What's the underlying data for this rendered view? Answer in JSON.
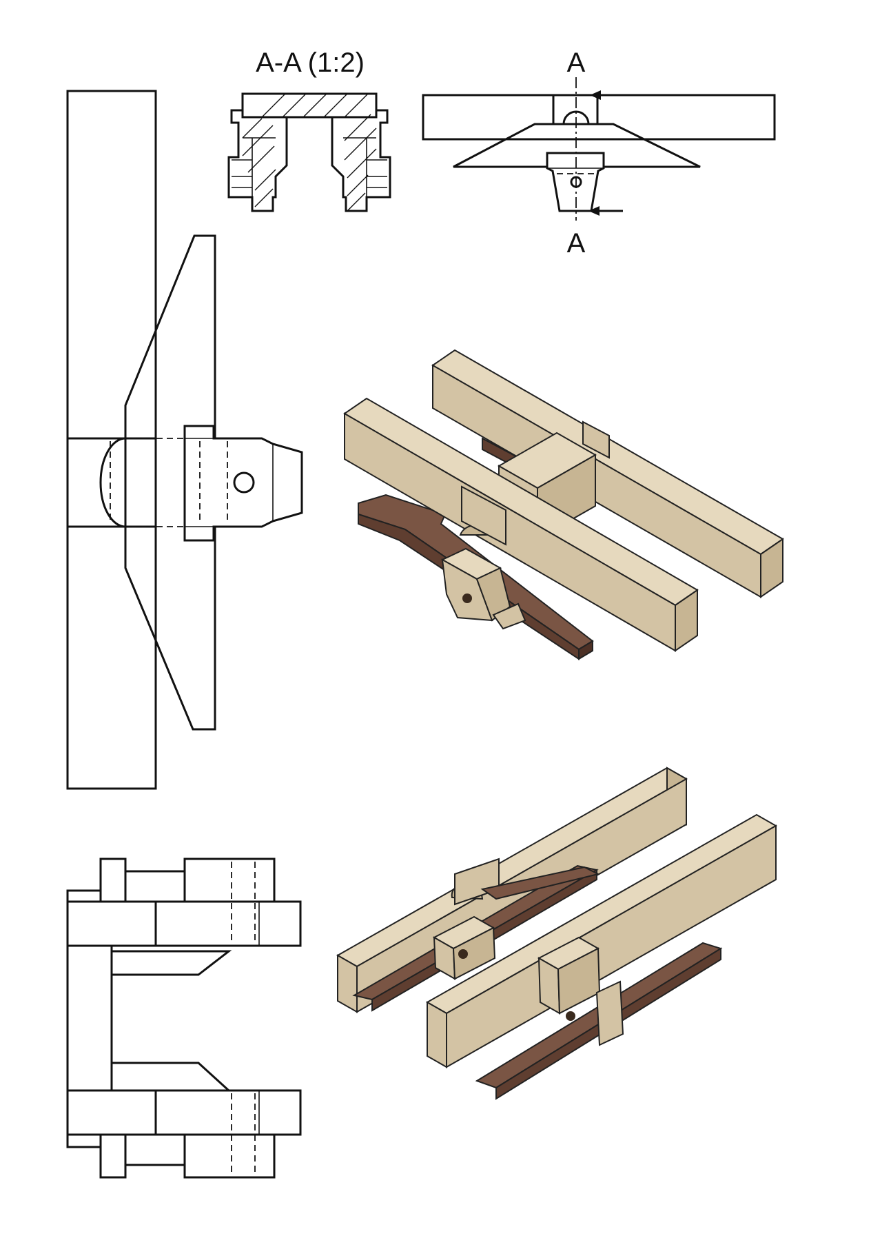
{
  "drawing": {
    "section_title": "A-A (1:2)",
    "cut_label_top": "A",
    "cut_label_bottom": "A"
  },
  "views": [
    {
      "name": "section-view-aa"
    },
    {
      "name": "top-view"
    },
    {
      "name": "front-view"
    },
    {
      "name": "side-view"
    },
    {
      "name": "isometric-view-top"
    },
    {
      "name": "isometric-view-bottom"
    }
  ],
  "colors": {
    "light_wood": "#e6d9be",
    "dark_wood": "#7a5544",
    "line": "#111111"
  }
}
